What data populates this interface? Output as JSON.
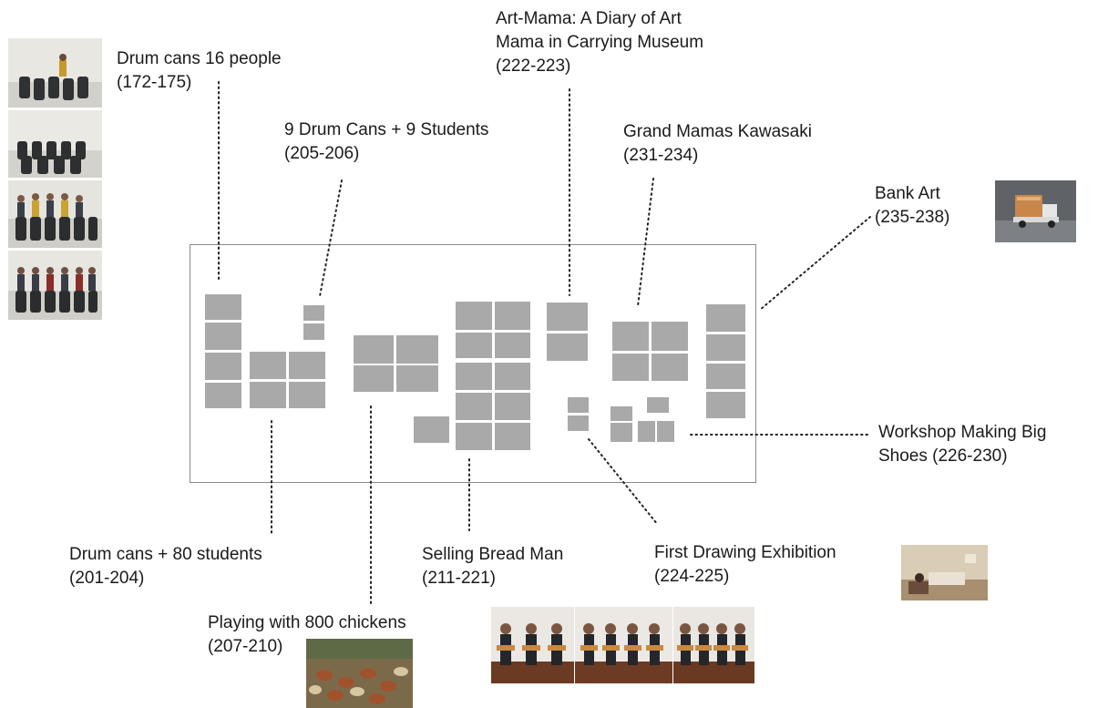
{
  "labels": {
    "drum_cans_16": {
      "title": "Drum cans 16 people",
      "pages": "(172-175)"
    },
    "nine_drum_cans": {
      "title": "9 Drum Cans + 9 Students",
      "pages": "(205-206)"
    },
    "art_mama": {
      "line1": "Art-Mama: A Diary of Art",
      "line2": "Mama in Carrying Museum",
      "pages": "(222-223)"
    },
    "grand_mamas": {
      "title": "Grand Mamas Kawasaki",
      "pages": "(231-234)"
    },
    "bank_art": {
      "title": "Bank Art",
      "pages": "(235-238)"
    },
    "workshop_shoes": {
      "line1": "Workshop Making Big",
      "line2": "Shoes (226-230)"
    },
    "first_drawing": {
      "title": "First Drawing Exhibition",
      "pages": "(224-225)"
    },
    "selling_bread": {
      "title": "Selling Bread Man",
      "pages": "(211-221)"
    },
    "drum_cans_80": {
      "title": "Drum cans + 80 students",
      "pages": "(201-204)"
    },
    "chickens": {
      "title": "Playing with 800 chickens",
      "pages": "(207-210)"
    }
  },
  "colors": {
    "tile": "#a9a9a9",
    "board_border": "#8a8a8a",
    "leader": "#222222",
    "text": "#1a1a1a"
  }
}
